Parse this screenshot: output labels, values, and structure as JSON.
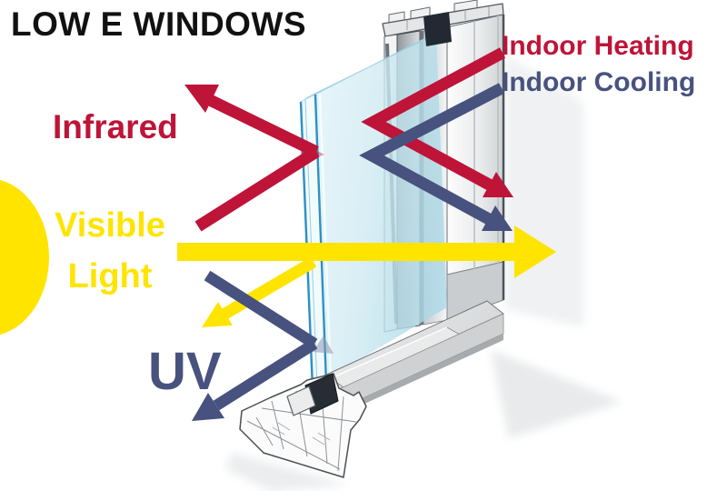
{
  "title": "LOW E WINDOWS",
  "labels": {
    "infrared": "Infrared",
    "visible_line1": "Visible",
    "visible_line2": "Light",
    "uv": "UV",
    "indoor_heating": "Indoor Heating",
    "indoor_cooling": "Indoor Cooling"
  },
  "colors": {
    "ray_red": "#BE1438",
    "ray_yellow": "#FFE400",
    "ray_navy": "#48527E",
    "title_black": "#111111",
    "glass_edge_blue": "#2E90C2",
    "glass_tint": "#CFEAF2",
    "frame_white": "#F2F4F5"
  },
  "diagram": {
    "subject": "double-pane low-e window cross-section with sun at left",
    "rays": [
      {
        "name": "Infrared",
        "color": "#BE1438",
        "behavior": "reflected back outside by glass"
      },
      {
        "name": "Visible Light",
        "color": "#FFE400",
        "behavior": "passes through glass"
      },
      {
        "name": "UV",
        "color": "#48527E",
        "behavior": "reflected back outside by glass"
      },
      {
        "name": "Indoor Heating",
        "color": "#BE1438",
        "behavior": "reflected back indoors"
      },
      {
        "name": "Indoor Cooling",
        "color": "#48527E",
        "behavior": "reflected back indoors"
      }
    ]
  }
}
